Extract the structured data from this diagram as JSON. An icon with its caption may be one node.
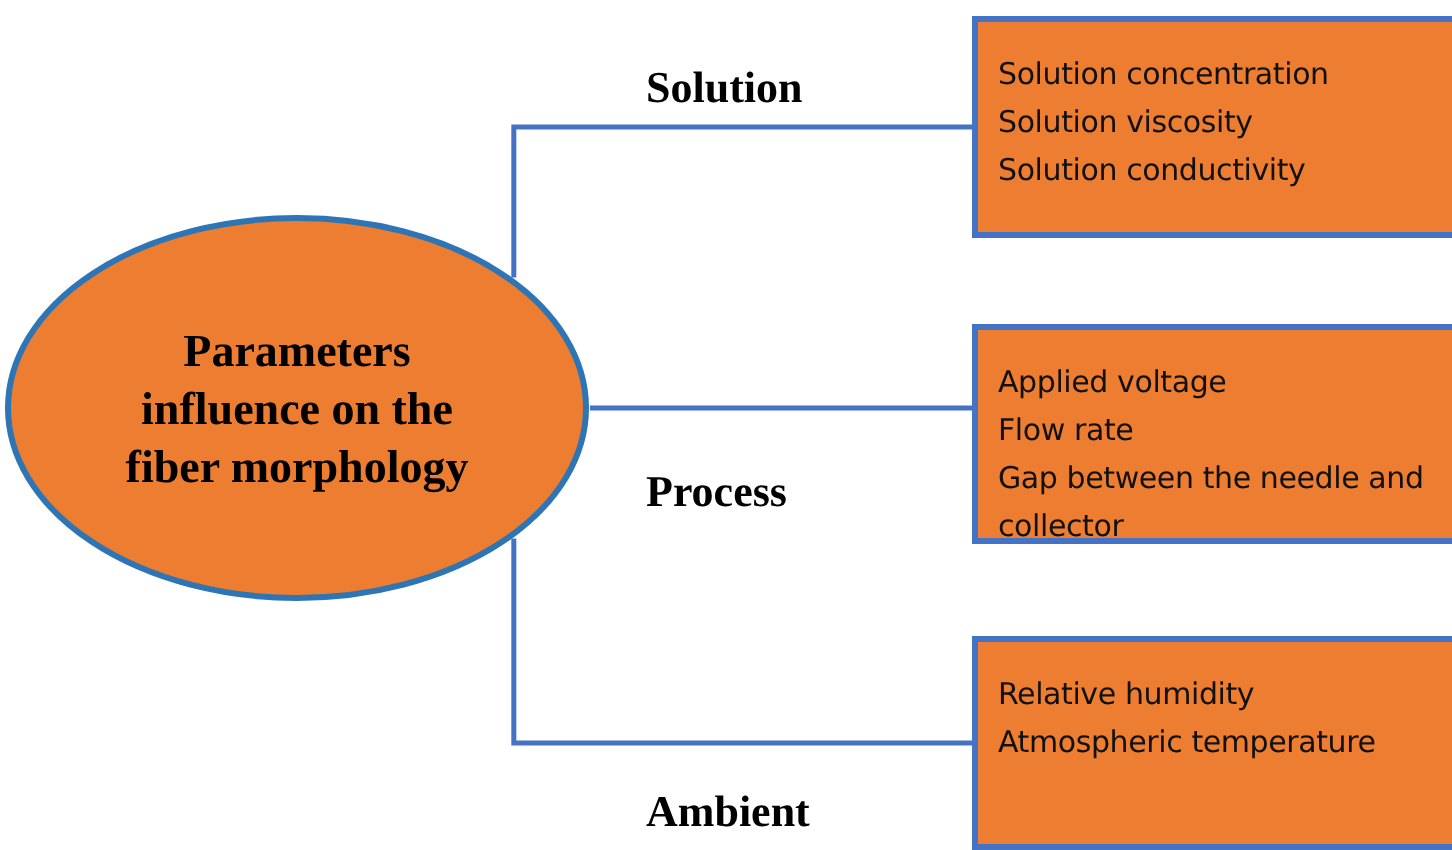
{
  "diagram": {
    "nodes": [
      {
        "text": [
          "Parameters influence on the fiber morphology"
        ]
      },
      {
        "text": [
          "Solution concentration",
          "Solution viscosity",
          "Solution conductivity"
        ]
      },
      {
        "text": [
          "Applied voltage",
          "Flow rate",
          "Gap between the needle and collector"
        ]
      },
      {
        "text": [
          "Relative humidity",
          "Atmospheric temperature"
        ]
      }
    ],
    "edges": [
      {
        "from": 0,
        "to": 1,
        "arrow": "none",
        "label": "Solution"
      },
      {
        "from": 0,
        "to": 2,
        "arrow": "none",
        "label": "Process"
      },
      {
        "from": 0,
        "to": 3,
        "arrow": "none",
        "label": "Ambient"
      }
    ]
  }
}
